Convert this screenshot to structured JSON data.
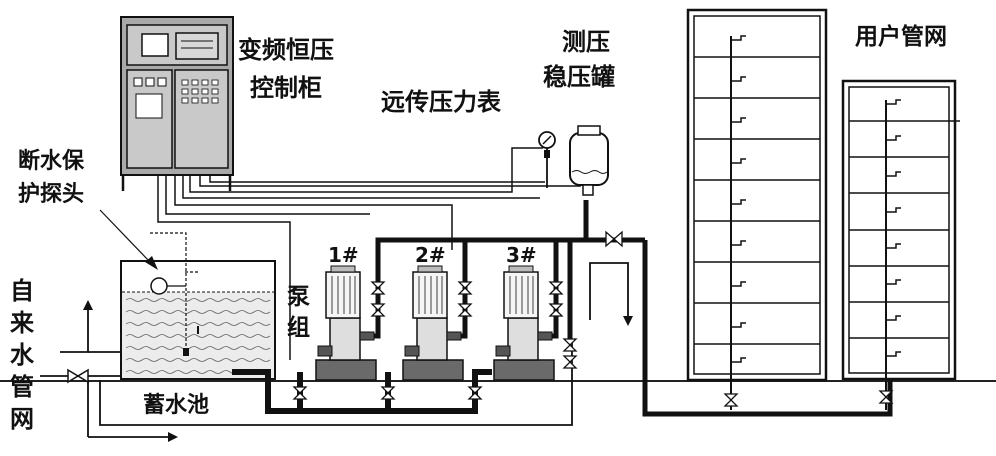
{
  "labels": {
    "control_cabinet": [
      "变频恒压",
      "控制柜"
    ],
    "pressure_tank": [
      "测压",
      "稳压罐"
    ],
    "pressure_gauge": "远传压力表",
    "user_network": "用户管网",
    "water_cutoff_probe": [
      "断水保",
      "护探头"
    ],
    "municipal_pipe": [
      "自",
      "来",
      "水",
      "管",
      "网"
    ],
    "pump_group": [
      "泵",
      "组"
    ],
    "reservoir": "蓄水池",
    "pump_1": "1#",
    "pump_2": "2#",
    "pump_3": "3#"
  }
}
